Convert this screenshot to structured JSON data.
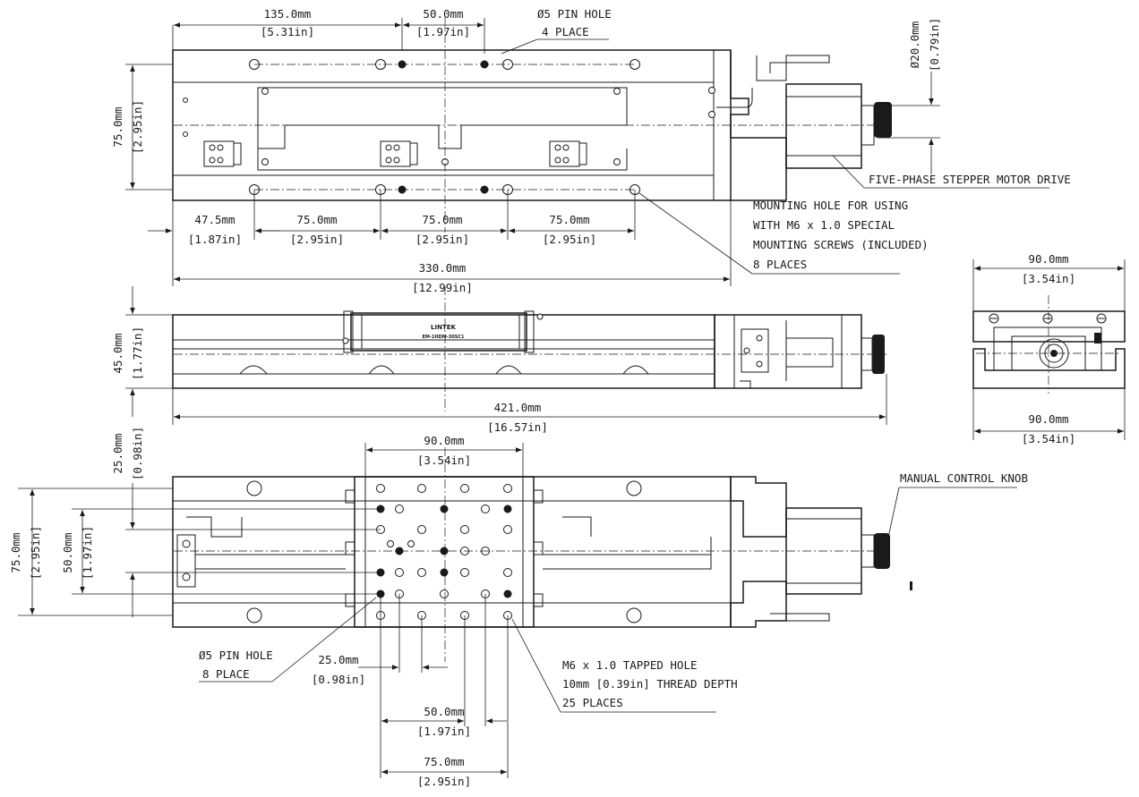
{
  "dims": {
    "top_135": "135.0mm",
    "top_135_in": "[5.31in]",
    "top_50": "50.0mm",
    "top_50_in": "[1.97in]",
    "pin_hole_top": "Ø5 PIN HOLE",
    "pin_hole_top_count": "4 PLACE",
    "motor_dia": "Ø20.0mm",
    "motor_dia_in": "[0.79in]",
    "height_75": "75.0mm",
    "height_75_in": "[2.95in]",
    "hole_47_5": "47.5mm",
    "hole_47_5_in": "[1.87in]",
    "hole_75_a": "75.0mm",
    "hole_75_a_in": "[2.95in]",
    "hole_75_b": "75.0mm",
    "hole_75_b_in": "[2.95in]",
    "hole_75_c": "75.0mm",
    "hole_75_c_in": "[2.95in]",
    "len_330": "330.0mm",
    "len_330_in": "[12.99in]",
    "side_45": "45.0mm",
    "side_45_in": "[1.77in]",
    "len_421": "421.0mm",
    "len_421_in": "[16.57in]",
    "end_90_top": "90.0mm",
    "end_90_top_in": "[3.54in]",
    "end_90_bot": "90.0mm",
    "end_90_bot_in": "[3.54in]",
    "bot_25_v": "25.0mm",
    "bot_25_v_in": "[0.98in]",
    "bot_90": "90.0mm",
    "bot_90_in": "[3.54in]",
    "bot_75_v": "75.0mm",
    "bot_75_v_in": "[2.95in]",
    "bot_50_v": "50.0mm",
    "bot_50_v_in": "[1.97in]",
    "bot_25_h": "25.0mm",
    "bot_25_h_in": "[0.98in]",
    "bot_50_h": "50.0mm",
    "bot_50_h_in": "[1.97in]",
    "bot_75_h": "75.0mm",
    "bot_75_h_in": "[2.95in]"
  },
  "notes": {
    "motor_drive": "FIVE-PHASE STEPPER MOTOR DRIVE",
    "mount_1": "MOUNTING HOLE FOR USING",
    "mount_2": "WITH M6 x 1.0 SPECIAL",
    "mount_3": "MOUNTING SCREWS (INCLUDED)",
    "mount_4": "8 PLACES",
    "knob": "MANUAL CONTROL KNOB",
    "pin_bot_1": "Ø5 PIN HOLE",
    "pin_bot_2": "8 PLACE",
    "tap_1": "M6 x 1.0 TAPPED HOLE",
    "tap_2": "10mm [0.39in] THREAD DEPTH",
    "tap_3": "25 PLACES"
  },
  "label_brand": "LINTEK",
  "label_model": "EM-1HDM-30SC1"
}
